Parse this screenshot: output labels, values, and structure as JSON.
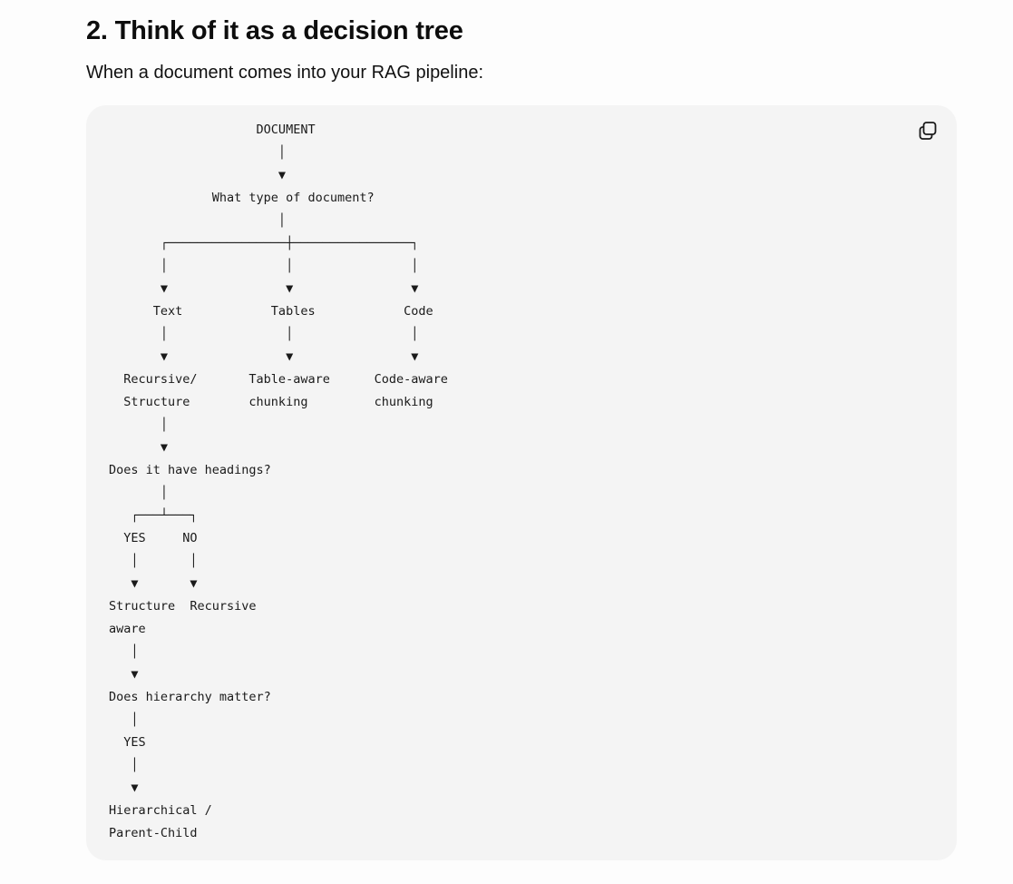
{
  "section": {
    "heading": "2. Think of it as a decision tree",
    "intro": "When a document comes into your RAG pipeline:"
  },
  "code_block": {
    "copy_icon": "copy-icon",
    "lines": [
      "                    DOCUMENT",
      "                       │",
      "                       ▼",
      "              What type of document?",
      "                       │",
      "       ┌────────────────┼────────────────┐",
      "       │                │                │",
      "       ▼                ▼                ▼",
      "      Text            Tables            Code",
      "       │                │                │",
      "       ▼                ▼                ▼",
      "  Recursive/       Table-aware      Code-aware",
      "  Structure        chunking         chunking",
      "       │",
      "       ▼",
      "Does it have headings?",
      "       │",
      "   ┌───┴───┐",
      "  YES     NO",
      "   │       │",
      "   ▼       ▼",
      "Structure  Recursive",
      "aware",
      "   │",
      "   ▼",
      "Does hierarchy matter?",
      "   │",
      "  YES",
      "   │",
      "   ▼",
      "Hierarchical /",
      "Parent-Child"
    ]
  }
}
